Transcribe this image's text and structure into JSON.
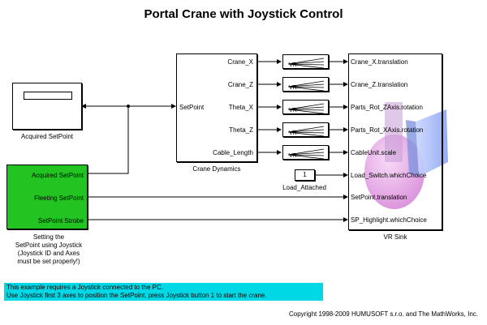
{
  "title": "Portal Crane with Joystick Control",
  "acquired_setpoint": {
    "caption": "Acquired SetPoint"
  },
  "joystick_block": {
    "outputs": [
      "Acquired SetPoint",
      "Fleeting SetPoint",
      "SetPoint Strobe"
    ],
    "caption_lines": [
      "Setting the",
      "SetPoint using Joystick",
      "(Joystick ID and Axes",
      "must be set properly!)"
    ]
  },
  "crane_dynamics": {
    "input": "SetPoint",
    "outputs": [
      "Crane_X",
      "Crane_Z",
      "Theta_X",
      "Theta_Z",
      "Cable_Length"
    ],
    "caption": "Crane Dynamics"
  },
  "vr_blocks": {
    "label": "VR"
  },
  "constant": {
    "value": "1",
    "caption": "Load_Attached"
  },
  "vr_sink": {
    "inputs": [
      "Crane_X.translation",
      "Crane_Z.translation",
      "Parts_Rot_ZAxis.rotation",
      "Parts_Rot_XAxis.rotation",
      "CableUnit.scale",
      "Load_Switch.whichChoice",
      "SetPoint.translation",
      "SP_Highlight.whichChoice"
    ],
    "caption": "VR Sink"
  },
  "note": {
    "line1": "This example requires a Joystick connected to the PC.",
    "line2": "Use Joystick first 3 axes to position the SetPoint, press Joystick button 1 to start the crane."
  },
  "copyright": "Copyright 1998-2009 HUMUSOFT s.r.o. and The MathWorks, Inc.",
  "colors": {
    "green_block": "#22c422",
    "note_background": "#00d8e6",
    "vr_pink": "#e9a0e9",
    "vr_blue": "#9fb6ff"
  }
}
